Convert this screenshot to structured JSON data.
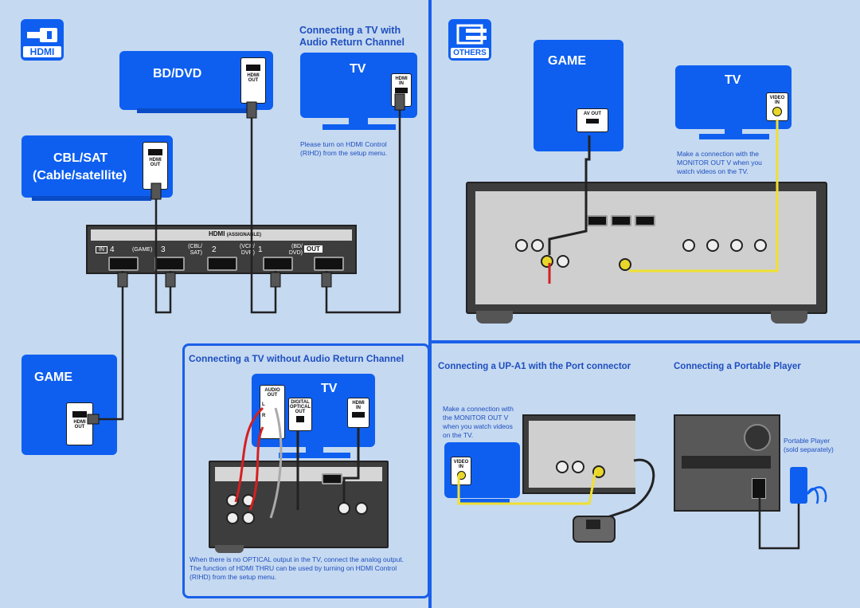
{
  "sections": {
    "hdmi_badge": "HDMI",
    "others_badge": "OTHERS"
  },
  "devices": {
    "bd_dvd": "BD/DVD",
    "cbl_sat_line1": "CBL/SAT",
    "cbl_sat_line2": "(Cable/satellite)",
    "game_left": "GAME",
    "tv_top": "TV",
    "tv_bottom": "TV",
    "game_right": "GAME",
    "tv_right": "TV"
  },
  "ports": {
    "hdmi_out": [
      "HDMI",
      "OUT"
    ],
    "hdmi_in": [
      "HDMI",
      "IN"
    ],
    "av_out": "AV OUT",
    "video_in": [
      "VIDEO",
      "IN"
    ],
    "audio_out": [
      "AUDIO",
      "OUT"
    ],
    "digital_optical_out": [
      "DIGITAL",
      "OPTICAL",
      "OUT"
    ],
    "l": "L",
    "r": "R"
  },
  "receiver_panel": {
    "header": "HDMI",
    "header_suffix": "(ASSIGNABLE)",
    "in_label": "IN",
    "inputs": [
      {
        "num": "4",
        "name": "(GAME)"
      },
      {
        "num": "3",
        "name": "(CBL/ SAT)"
      },
      {
        "num": "2",
        "name": "(VCR/ DVR)"
      },
      {
        "num": "1",
        "name": "(BD/ DVD)"
      }
    ],
    "out_label": "OUT"
  },
  "headings": {
    "arc_line1": "Connecting a TV with",
    "arc_line2": "Audio Return Channel",
    "no_arc": "Connecting a TV without Audio Return Channel",
    "up_a1": "Connecting a UP-A1 with the Port connector",
    "portable": "Connecting a Portable Player"
  },
  "notes": {
    "arc_note": [
      "Please turn on HDMI Control",
      "(RIHD) from the setup menu."
    ],
    "game_note": [
      "Make a connection with the",
      "MONITOR OUT V when you",
      "watch videos on the TV."
    ],
    "up_note": [
      "Make a connection with",
      "the MONITOR OUT V",
      "when you watch videos",
      "on the TV."
    ],
    "portable_note": [
      "Portable Player",
      "(sold separately)"
    ],
    "no_arc_note": [
      "When there is no OPTICAL output in the TV, connect the analog output.",
      "The function of HDMI THRU can be used by turning on HDMI Control",
      "(RIHD) from the setup menu."
    ]
  },
  "colors": {
    "background": "#c5d9f1",
    "device_blue": "#0e5ff0",
    "heading_blue": "#1f4fbf",
    "divider": "#1a5fe8",
    "video_cable": "#f0e030",
    "audio_red": "#d42020"
  }
}
